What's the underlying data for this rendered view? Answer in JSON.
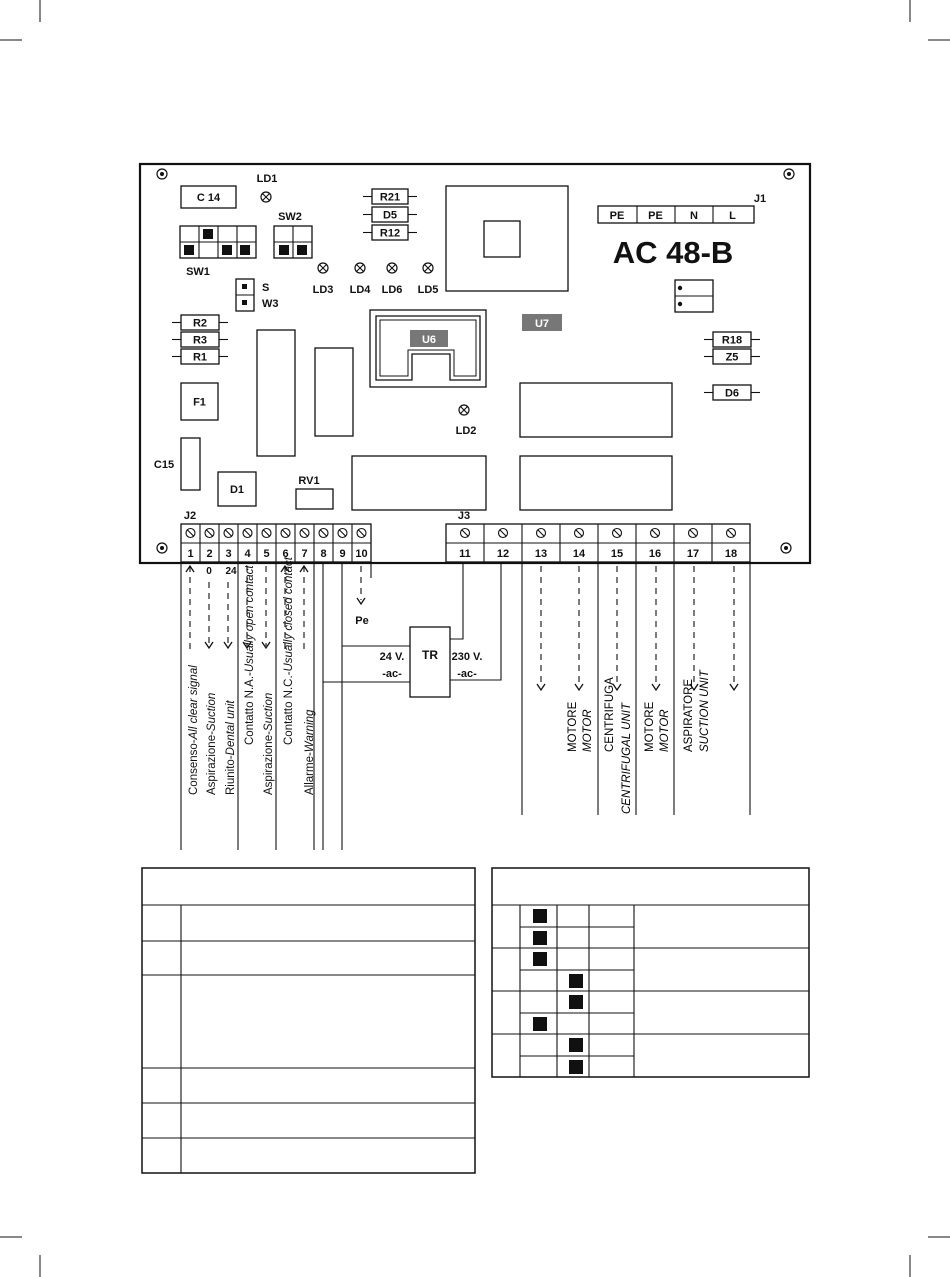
{
  "board": {
    "model": "AC 48-B",
    "components": {
      "c14": "C 14",
      "ld1": "LD1",
      "sw2": "SW2",
      "sw1": "SW1",
      "r21": "R21",
      "d5": "D5",
      "r12": "R12",
      "j1": "J1",
      "j1_pins": [
        "PE",
        "PE",
        "N",
        "L"
      ],
      "ld3": "LD3",
      "ld4": "LD4",
      "ld6": "LD6",
      "ld5": "LD5",
      "s": "S",
      "w3": "W3",
      "r2": "R2",
      "r3": "R3",
      "r1": "R1",
      "u6": "U6",
      "u7": "U7",
      "r18": "R18",
      "z5": "Z5",
      "d6": "D6",
      "f1": "F1",
      "ld2": "LD2",
      "c15": "C15",
      "d1": "D1",
      "rv1": "RV1",
      "j2": "J2",
      "j3": "J3"
    },
    "j2_terminals": [
      "1",
      "2",
      "3",
      "4",
      "5",
      "6",
      "7",
      "8",
      "9",
      "10"
    ],
    "j3_terminals": [
      "11",
      "12",
      "13",
      "14",
      "15",
      "16",
      "17",
      "18"
    ],
    "under_labels": {
      "t2": "0",
      "t3": "24"
    }
  },
  "wiring": {
    "pe": "Pe",
    "tr": "TR",
    "v24": "24 V.",
    "ac_left": "-ac-",
    "v230": "230 V.",
    "ac_right": "-ac-",
    "j2_labels": [
      {
        "normal": "Consenso-",
        "italic": "All clear signal"
      },
      {
        "normal": "Aspirazione-",
        "italic": "Suction"
      },
      {
        "normal": "Riunito-",
        "italic": "Dental unit"
      },
      {
        "normal": "Contatto N.A.-",
        "italic": "Usually open contact"
      },
      {
        "normal": "Aspirazione-",
        "italic": "Suction"
      },
      {
        "normal": "Contatto N.C.-",
        "italic": "Usually closed contact"
      },
      {
        "normal": "Allarme-",
        "italic": "Warning"
      }
    ],
    "j3_labels": [
      {
        "normal": "MOTORE",
        "italic": "MOTOR"
      },
      {
        "normal": "CENTRIFUGA",
        "italic": "CENTRIFUGAL UNIT"
      },
      {
        "normal": "MOTORE",
        "italic": "MOTOR"
      },
      {
        "normal": "ASPIRATORE",
        "italic": "SUCTION UNIT"
      }
    ]
  },
  "left_table": {
    "rows": 6
  },
  "right_table": {
    "dip_pattern": [
      [
        1,
        0
      ],
      [
        1,
        0
      ],
      [
        1,
        0
      ],
      [
        0,
        1
      ],
      [
        0,
        1
      ],
      [
        1,
        0
      ],
      [
        0,
        1
      ],
      [
        0,
        1
      ]
    ]
  }
}
